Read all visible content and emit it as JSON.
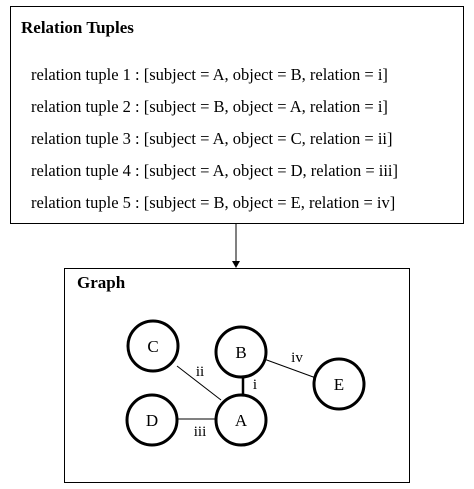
{
  "relation_tuples": {
    "title": "Relation Tuples",
    "lines": [
      "relation tuple 1 : [subject = A, object = B, relation = i]",
      "relation tuple 2 : [subject = B, object = A, relation = i]",
      "relation tuple 3 : [subject = A, object = C, relation = ii]",
      "relation tuple 4 : [subject = A, object = D, relation = iii]",
      "relation tuple 5 : [subject = B, object = E, relation = iv]"
    ]
  },
  "graph": {
    "title": "Graph",
    "nodes": [
      "C",
      "B",
      "E",
      "D",
      "A"
    ],
    "edges": [
      {
        "from": "A",
        "to": "B",
        "label": "i"
      },
      {
        "from": "A",
        "to": "C",
        "label": "ii"
      },
      {
        "from": "A",
        "to": "D",
        "label": "iii"
      },
      {
        "from": "B",
        "to": "E",
        "label": "iv"
      }
    ]
  }
}
